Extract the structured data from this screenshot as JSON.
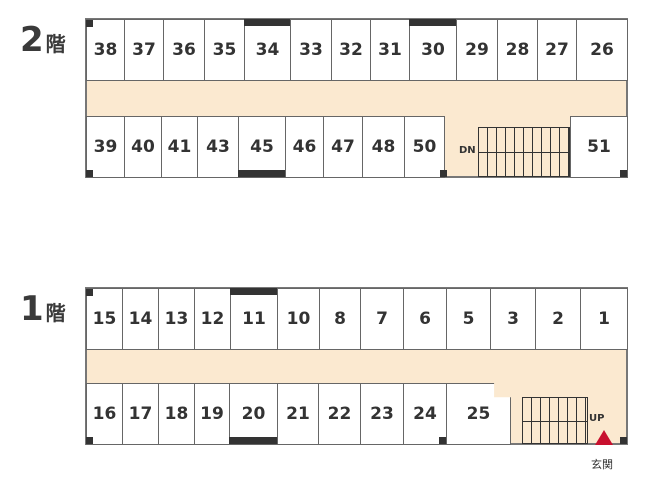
{
  "floors": {
    "f2": {
      "number": "2",
      "kanji": "階",
      "top_rooms": [
        "38",
        "37",
        "36",
        "35",
        "34",
        "33",
        "32",
        "31",
        "30",
        "29",
        "28",
        "27",
        "26"
      ],
      "bottom_rooms": [
        "39",
        "40",
        "41",
        "43",
        "45",
        "46",
        "47",
        "48",
        "50",
        "51"
      ],
      "stair_label": "DN"
    },
    "f1": {
      "number": "1",
      "kanji": "階",
      "top_rooms": [
        "15",
        "14",
        "13",
        "12",
        "11",
        "10",
        "8",
        "7",
        "6",
        "5",
        "3",
        "2",
        "1"
      ],
      "bottom_rooms": [
        "16",
        "17",
        "18",
        "19",
        "20",
        "21",
        "22",
        "23",
        "24",
        "25"
      ],
      "stair_label": "UP",
      "entrance_label": "玄関"
    }
  },
  "colors": {
    "corridor": "#fbe9d0",
    "entrance": "#c8102e"
  }
}
